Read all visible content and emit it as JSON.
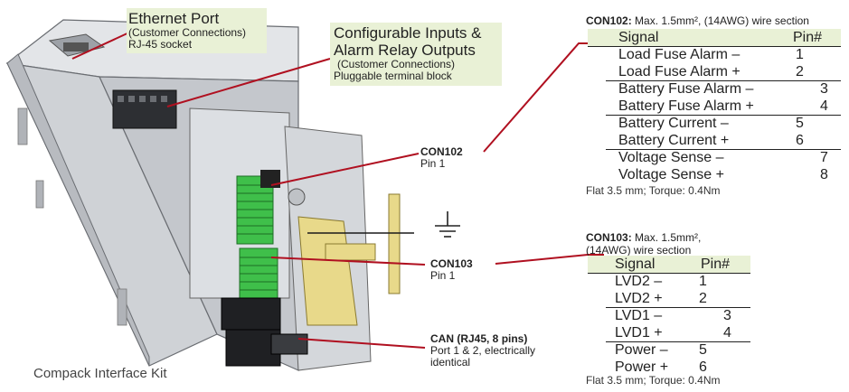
{
  "device": {
    "caption": "Compack Interface Kit"
  },
  "callouts": {
    "ethernet": {
      "title": "Ethernet Port",
      "sub1": "(Customer Connections)",
      "sub2": "RJ-45 socket"
    },
    "inputs": {
      "title1": "Configurable Inputs &",
      "title2": "Alarm Relay Outputs",
      "sub1": "(Customer Connections)",
      "sub2": "Pluggable terminal block"
    },
    "con102": {
      "name": "CON102",
      "pin": "Pin 1"
    },
    "con103": {
      "name": "CON103",
      "pin": "Pin 1"
    },
    "can": {
      "name": "CAN (RJ45, 8 pins)",
      "desc1": "Port 1 & 2, electrically",
      "desc2": "identical"
    }
  },
  "con102_table": {
    "heading_bold": "CON102:",
    "heading_text": "Max. 1.5mm², (14AWG) wire section",
    "col_signal": "Signal",
    "col_pin": "Pin#",
    "rows": [
      {
        "signal": "Load Fuse Alarm –",
        "pin": "1"
      },
      {
        "signal": "Load Fuse Alarm +",
        "pin": "2"
      },
      {
        "signal": "Battery Fuse Alarm –",
        "pin": "3"
      },
      {
        "signal": "Battery Fuse Alarm +",
        "pin": "4"
      },
      {
        "signal": "Battery Current –",
        "pin": "5"
      },
      {
        "signal": "Battery Current +",
        "pin": "6"
      },
      {
        "signal": "Voltage Sense –",
        "pin": "7"
      },
      {
        "signal": "Voltage Sense +",
        "pin": "8"
      }
    ],
    "note": "Flat 3.5 mm; Torque: 0.4Nm"
  },
  "con103_table": {
    "heading_bold": "CON103:",
    "heading_text1": "Max. 1.5mm²,",
    "heading_text2": "(14AWG) wire section",
    "col_signal": "Signal",
    "col_pin": "Pin#",
    "rows": [
      {
        "signal": "LVD2 –",
        "pin": "1"
      },
      {
        "signal": "LVD2 +",
        "pin": "2"
      },
      {
        "signal": "LVD1 –",
        "pin": "3"
      },
      {
        "signal": "LVD1 +",
        "pin": "4"
      },
      {
        "signal": "Power –",
        "pin": "5"
      },
      {
        "signal": "Power +",
        "pin": "6"
      }
    ],
    "note": "Flat 3.5 mm; Torque: 0.4Nm"
  },
  "colors": {
    "callout_bg": "#e9f1d6",
    "leader_line": "#b01020",
    "terminal_green": "#3fbf4a",
    "body_gray": "#c9ccd0"
  }
}
